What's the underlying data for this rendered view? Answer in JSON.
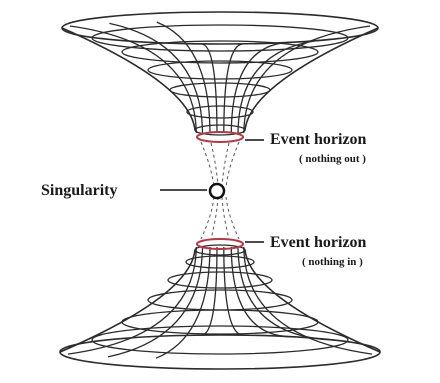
{
  "labels": {
    "event_horizon_top": "Event horizon",
    "event_horizon_top_note": "( nothing out )",
    "singularity": "Singularity",
    "event_horizon_bottom": "Event horizon",
    "event_horizon_bottom_note": "( nothing in )"
  },
  "colors": {
    "grid": "#2b2b2b",
    "horizon_ring": "#b03a48",
    "text": "#1a1a1a"
  }
}
